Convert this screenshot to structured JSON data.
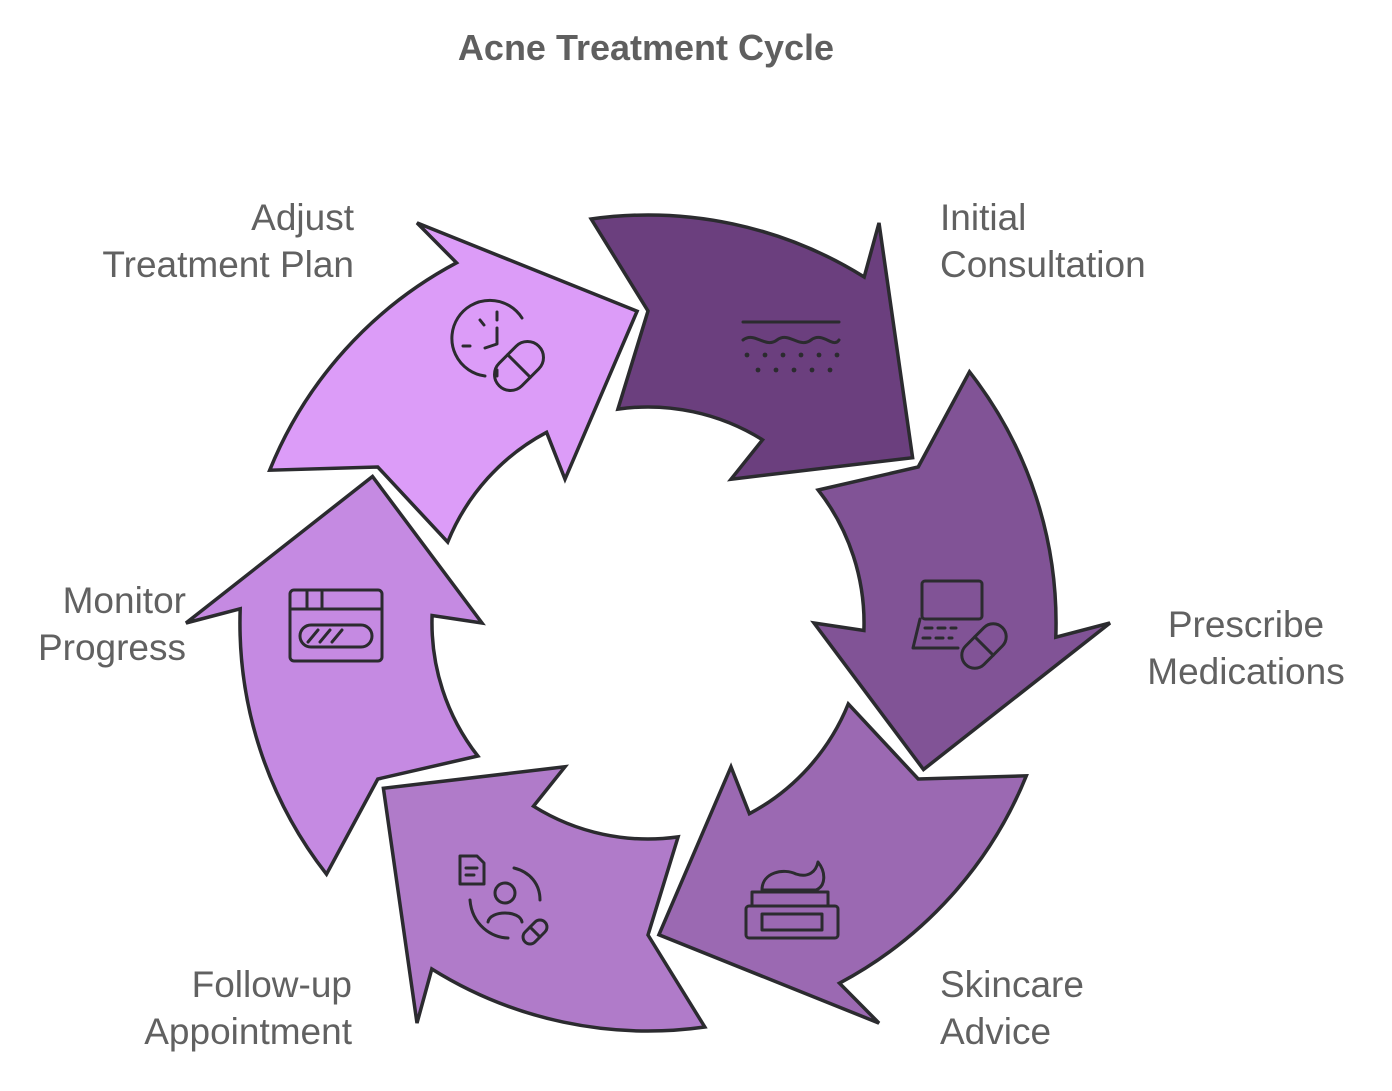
{
  "title": "Acne Treatment Cycle",
  "steps": [
    {
      "lines": [
        "Initial",
        "Consultation"
      ],
      "color": "#6b3f7e",
      "icon": "skin-layers-icon"
    },
    {
      "lines": [
        "Prescribe",
        "Medications"
      ],
      "color": "#815396",
      "icon": "laptop-pill-icon"
    },
    {
      "lines": [
        "Skincare",
        "Advice"
      ],
      "color": "#9b69b2",
      "icon": "cream-jar-icon"
    },
    {
      "lines": [
        "Follow-up",
        "Appointment"
      ],
      "color": "#b07bc9",
      "icon": "doctor-pill-icon"
    },
    {
      "lines": [
        "Monitor",
        "Progress"
      ],
      "color": "#c58ae2",
      "icon": "progress-window-icon"
    },
    {
      "lines": [
        "Adjust",
        "Treatment Plan"
      ],
      "color": "#dc9cf8",
      "icon": "clock-pill-icon"
    }
  ]
}
